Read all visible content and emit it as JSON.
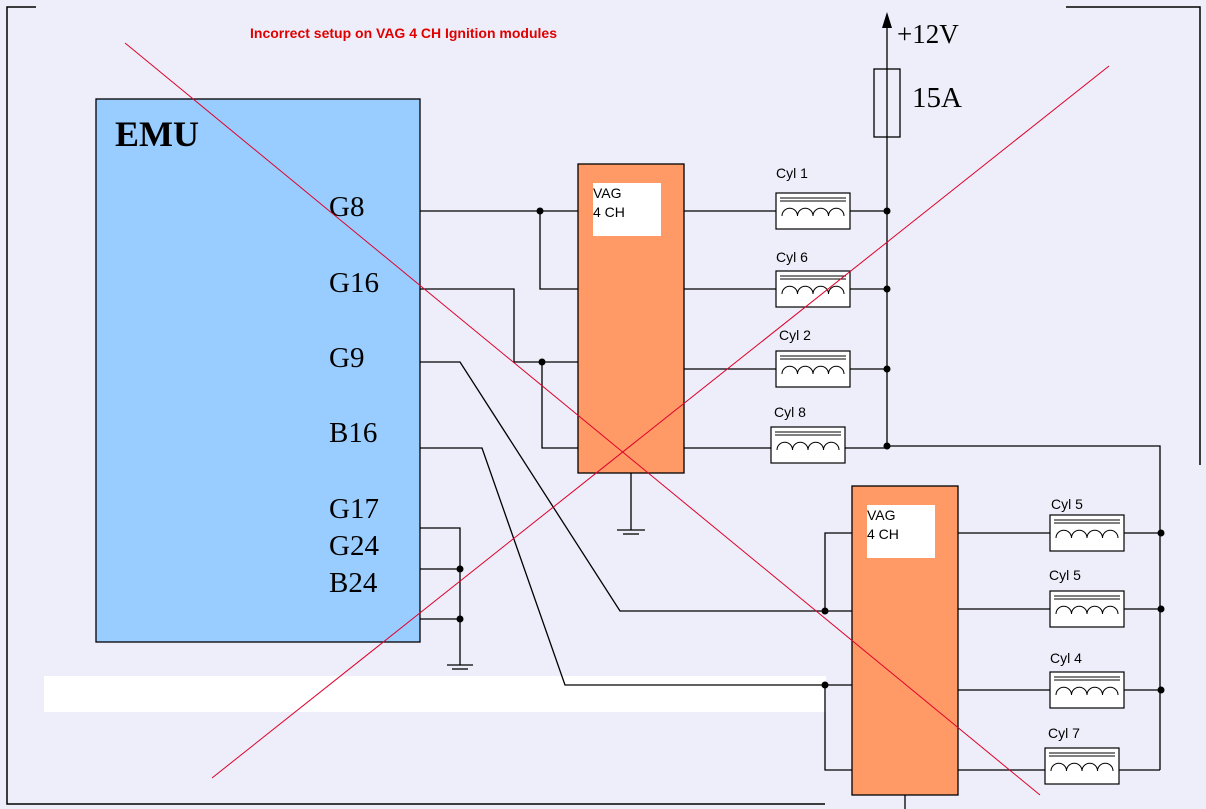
{
  "title": "Incorrect setup on VAG 4 CH Ignition modules",
  "colors": {
    "background": "#eeeefa",
    "emu_fill": "#99ccff",
    "module_fill": "#ff9966",
    "cross_line": "#e0002a",
    "title_text": "#e00000"
  },
  "emu": {
    "label": "EMU",
    "pins": [
      "G8",
      "G16",
      "G9",
      "B16",
      "G17",
      "G24",
      "B24"
    ]
  },
  "power": {
    "supply_label": "+12V",
    "fuse_label": "15A"
  },
  "modules": [
    {
      "label_line1": "VAG",
      "label_line2": "4 CH",
      "coils": [
        "Cyl 1",
        "Cyl 6",
        "Cyl 2",
        "Cyl 8"
      ]
    },
    {
      "label_line1": "VAG",
      "label_line2": "4 CH",
      "coils": [
        "Cyl 5",
        "Cyl 5",
        "Cyl 4",
        "Cyl 7"
      ]
    }
  ],
  "status": "crossed-out (incorrect)"
}
